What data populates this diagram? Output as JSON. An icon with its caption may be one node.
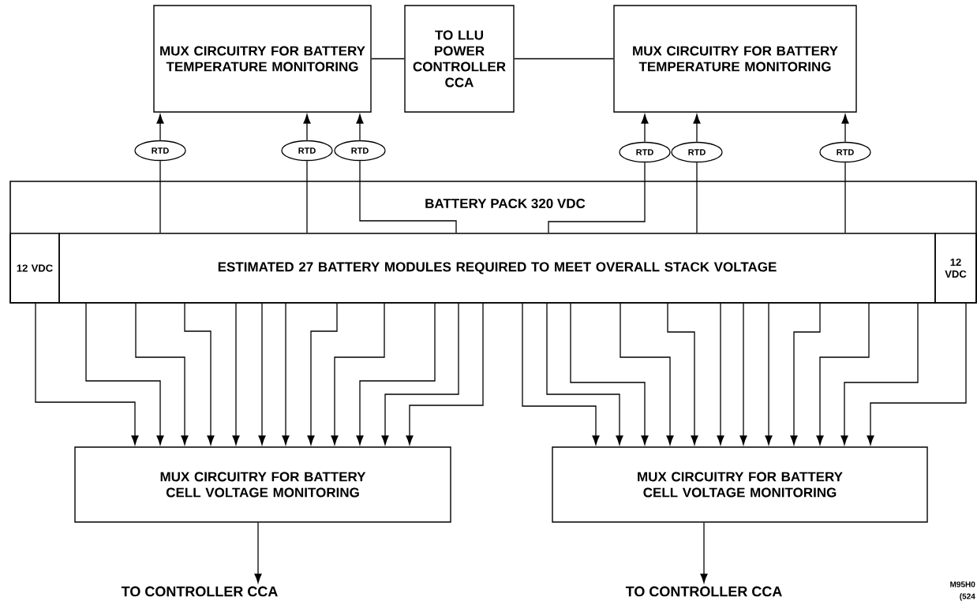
{
  "diagram": {
    "nodes": [
      {
        "text": [
          "MUX CIRCUITRY FOR BATTERY TEMPERATURE MONITORING"
        ]
      },
      {
        "text": [
          "TO LLU POWER CONTROLLER CCA"
        ]
      },
      {
        "text": [
          "MUX CIRCUITRY FOR BATTERY TEMPERATURE MONITORING"
        ]
      },
      {
        "text": [
          "BATTERY PACK 320 VDC"
        ]
      },
      {
        "text": [
          "12 VDC"
        ],
        "in": 3
      },
      {
        "text": [
          "ESTIMATED 27 BATTERY MODULES REQUIRED TO MEET OVERALL STACK VOLTAGE"
        ],
        "in": 3
      },
      {
        "text": [
          "12 VDC"
        ],
        "in": 3
      },
      {
        "text": [
          "RTD"
        ]
      },
      {
        "text": [
          "RTD"
        ]
      },
      {
        "text": [
          "RTD"
        ]
      },
      {
        "text": [
          "RTD"
        ]
      },
      {
        "text": [
          "RTD"
        ]
      },
      {
        "text": [
          "RTD"
        ]
      },
      {
        "text": [
          "MUX CIRCUITRY FOR BATTERY CELL VOLTAGE MONITORING"
        ]
      },
      {
        "text": [
          "MUX CIRCUITRY FOR BATTERY CELL VOLTAGE MONITORING"
        ]
      },
      {
        "text": [
          "TO CONTROLLER CCA"
        ]
      },
      {
        "text": [
          "TO CONTROLLER CCA"
        ]
      }
    ],
    "edges": [
      {
        "from": 0,
        "to": 1,
        "arrow": "none"
      },
      {
        "from": 1,
        "to": 2,
        "arrow": "none"
      },
      {
        "from": 7,
        "to": 0,
        "arrow": "to"
      },
      {
        "from": 8,
        "to": 0,
        "arrow": "to"
      },
      {
        "from": 9,
        "to": 0,
        "arrow": "to"
      },
      {
        "from": 10,
        "to": 2,
        "arrow": "to"
      },
      {
        "from": 11,
        "to": 2,
        "arrow": "to"
      },
      {
        "from": 12,
        "to": 2,
        "arrow": "to"
      },
      {
        "from": 5,
        "to": 7,
        "arrow": "none"
      },
      {
        "from": 5,
        "to": 8,
        "arrow": "none"
      },
      {
        "from": 5,
        "to": 9,
        "arrow": "none"
      },
      {
        "from": 5,
        "to": 10,
        "arrow": "none"
      },
      {
        "from": 5,
        "to": 11,
        "arrow": "none"
      },
      {
        "from": 5,
        "to": 12,
        "arrow": "none"
      },
      {
        "from": 4,
        "to": 13,
        "arrow": "to"
      },
      {
        "from": 5,
        "to": 13,
        "arrow": "to"
      },
      {
        "from": 5,
        "to": 13,
        "arrow": "to"
      },
      {
        "from": 5,
        "to": 13,
        "arrow": "to"
      },
      {
        "from": 5,
        "to": 13,
        "arrow": "to"
      },
      {
        "from": 5,
        "to": 13,
        "arrow": "to"
      },
      {
        "from": 5,
        "to": 13,
        "arrow": "to"
      },
      {
        "from": 5,
        "to": 13,
        "arrow": "to"
      },
      {
        "from": 5,
        "to": 13,
        "arrow": "to"
      },
      {
        "from": 5,
        "to": 13,
        "arrow": "to"
      },
      {
        "from": 5,
        "to": 13,
        "arrow": "to"
      },
      {
        "from": 5,
        "to": 13,
        "arrow": "to"
      },
      {
        "from": 5,
        "to": 14,
        "arrow": "to"
      },
      {
        "from": 5,
        "to": 14,
        "arrow": "to"
      },
      {
        "from": 5,
        "to": 14,
        "arrow": "to"
      },
      {
        "from": 5,
        "to": 14,
        "arrow": "to"
      },
      {
        "from": 5,
        "to": 14,
        "arrow": "to"
      },
      {
        "from": 5,
        "to": 14,
        "arrow": "to"
      },
      {
        "from": 5,
        "to": 14,
        "arrow": "to"
      },
      {
        "from": 5,
        "to": 14,
        "arrow": "to"
      },
      {
        "from": 5,
        "to": 14,
        "arrow": "to"
      },
      {
        "from": 5,
        "to": 14,
        "arrow": "to"
      },
      {
        "from": 5,
        "to": 14,
        "arrow": "to"
      },
      {
        "from": 6,
        "to": 14,
        "arrow": "to"
      },
      {
        "from": 13,
        "to": 15,
        "arrow": "to"
      },
      {
        "from": 14,
        "to": 16,
        "arrow": "to"
      }
    ],
    "labels": [
      "M95H0",
      "(524"
    ]
  }
}
